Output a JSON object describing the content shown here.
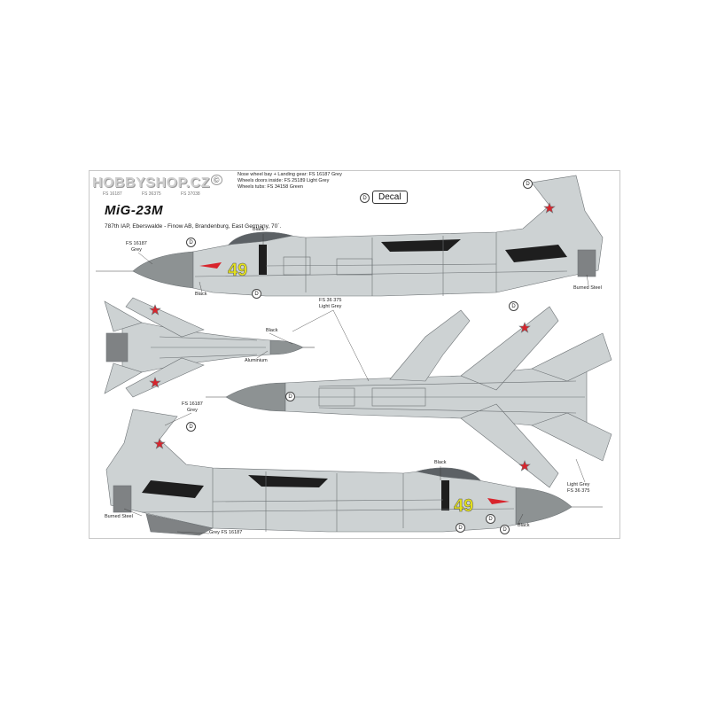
{
  "watermark": "HOBBYSHOP.CZ",
  "swatches": [
    "FS 16187",
    "FS 36375",
    "FS 37038"
  ],
  "notes": [
    "Nose wheel bay + Landing gear: FS 16187 Grey",
    "Wheels doors inside: FS 25189 Light Grey",
    "Wheels tubs: FS 34158 Green"
  ],
  "title": "MiG-23M",
  "subtitle": "787th IAP, Eberswalde - Finow AB, Brandenburg, East Germany, 70´.",
  "decal_label": "Decal",
  "marker": "D",
  "labels": {
    "fs16187_grey_top": [
      "FS 16187",
      "Grey"
    ],
    "black_canopy": "Black",
    "black_nose": "Black",
    "burned_steel_top": "Burned Steel",
    "fs36375_light_grey": [
      "FS 36 375",
      "Light Grey"
    ],
    "black_under": "Black",
    "aluminium": "Aluminium",
    "fs16187_grey_mid": [
      "FS 16187",
      "Grey"
    ],
    "black_side2": "Black",
    "burned_steel_bottom": "Burned Steel",
    "grey_fs16187_bottom": "Grey   FS 16187",
    "black_nose2": "Black",
    "light_grey_right": [
      "Light Grey",
      "FS 36 375"
    ]
  },
  "tail_number": "49",
  "colors": {
    "light_grey": "#cdd2d3",
    "panel_line": "#6d7275",
    "radome": "#8d9293",
    "black": "#1e1e1e",
    "star_red": "#d8242c",
    "number_yellow": "#e4e11b",
    "burned_steel": "#7f8284"
  }
}
